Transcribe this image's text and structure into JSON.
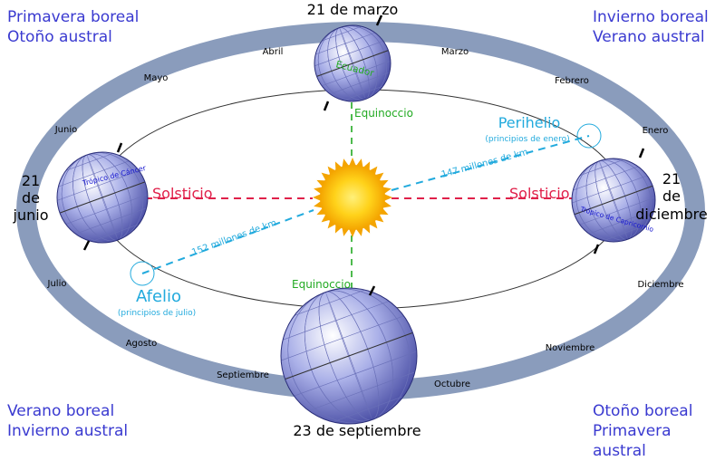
{
  "seasons": {
    "top_left": [
      "Primavera boreal",
      "Otoño austral"
    ],
    "top_right": [
      "Invierno boreal",
      "Verano austral"
    ],
    "bottom_left": [
      "Verano boreal",
      "Invierno austral"
    ],
    "bottom_right": [
      "Otoño boreal",
      "Primavera austral"
    ]
  },
  "months": {
    "enero": "Enero",
    "febrero": "Febrero",
    "marzo": "Marzo",
    "abril": "Abril",
    "mayo": "Mayo",
    "junio": "Junio",
    "julio": "Julio",
    "agosto": "Agosto",
    "septiembre": "Septiembre",
    "octubre": "Octubre",
    "noviembre": "Noviembre",
    "diciembre": "Diciembre"
  },
  "dates": {
    "march": "21 de marzo",
    "september": "23 de septiembre",
    "june": [
      "21",
      "de",
      "junio"
    ],
    "december": [
      "21",
      "de",
      "diciembre"
    ]
  },
  "labels": {
    "equinox_top": "Equinoccio",
    "equinox_bottom": "Equinoccio",
    "solstice_left": "Solsticio",
    "solstice_right": "Solsticio",
    "perihelion": "Perihelio",
    "perihelion_note": "(principios de enero)",
    "aphelion": "Afelio",
    "aphelion_note": "(principios de julio)",
    "distance_perihelion": "147 millones de km",
    "distance_aphelion": "152 millones de km",
    "equator": "Ecuador",
    "tropic_cancer": "Trópico de Cáncer",
    "tropic_capricorn": "Trópico de Capricornio"
  },
  "colors": {
    "season_text": "#3a3ad0",
    "orbit_band": "#8a9cbc",
    "solstice": "#e0204a",
    "equinox": "#22aa22",
    "apsides": "#22aadd",
    "sun": "#f6b800"
  }
}
